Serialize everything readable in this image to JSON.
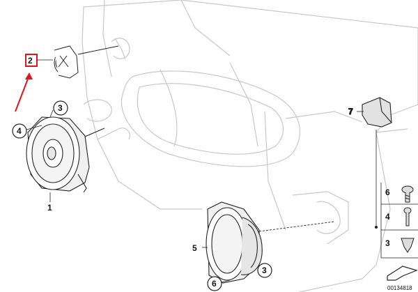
{
  "callouts": {
    "tweeter": "2",
    "woofer_front": "1",
    "woofer_ring": "4",
    "woofer_clip": "3",
    "speaker_rear": "5",
    "speaker_rear_ring": "6",
    "speaker_rear_clip": "3",
    "cover_part": "7"
  },
  "legend": {
    "items": [
      {
        "number": "6",
        "icon": "screw-icon"
      },
      {
        "number": "4",
        "icon": "bolt-icon"
      },
      {
        "number": "3",
        "icon": "clip-nut-icon"
      }
    ]
  },
  "diagram_id": "00134818",
  "colors": {
    "line": "#222222",
    "ghost_line": "#c8c8c8",
    "highlight": "#e0141e"
  }
}
